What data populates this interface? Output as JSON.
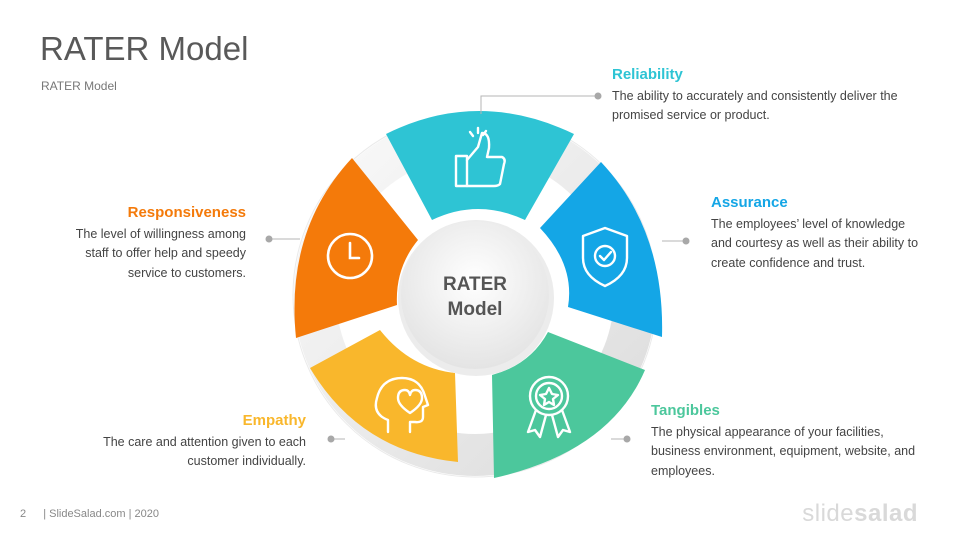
{
  "header": {
    "title": "RATER Model",
    "subtitle": "RATER Model"
  },
  "center": {
    "line1": "RATER",
    "line2": "Model"
  },
  "segments": [
    {
      "key": "reliability",
      "title": "Reliability",
      "text": "The ability to accurately and consistently deliver the promised  service or product.",
      "color": "#2ec4d4",
      "icon": "thumbs-up-icon"
    },
    {
      "key": "assurance",
      "title": "Assurance",
      "text": "The employees’ level of knowledge and courtesy as well as their ability to create confidence  and trust.",
      "color": "#14a6e6",
      "icon": "shield-check-icon"
    },
    {
      "key": "tangibles",
      "title": "Tangibles",
      "text": "The physical appearance  of your facilities, business environment,  equipment,  website, and employees.",
      "color": "#4cc79c",
      "icon": "award-ribbon-icon"
    },
    {
      "key": "empathy",
      "title": "Empathy",
      "text": "The care and attention given to each customer individually.",
      "color": "#f9b72c",
      "icon": "head-heart-icon"
    },
    {
      "key": "responsiveness",
      "title": "Responsiveness",
      "text": "The level of willingness  among staff to offer help and speedy service to customers.",
      "color": "#f47a0a",
      "icon": "clock-icon"
    }
  ],
  "footer": {
    "page": "2",
    "credit": "| SlideSalad.com | 2020"
  },
  "brand": {
    "part1": "slide",
    "part2": "salad"
  }
}
